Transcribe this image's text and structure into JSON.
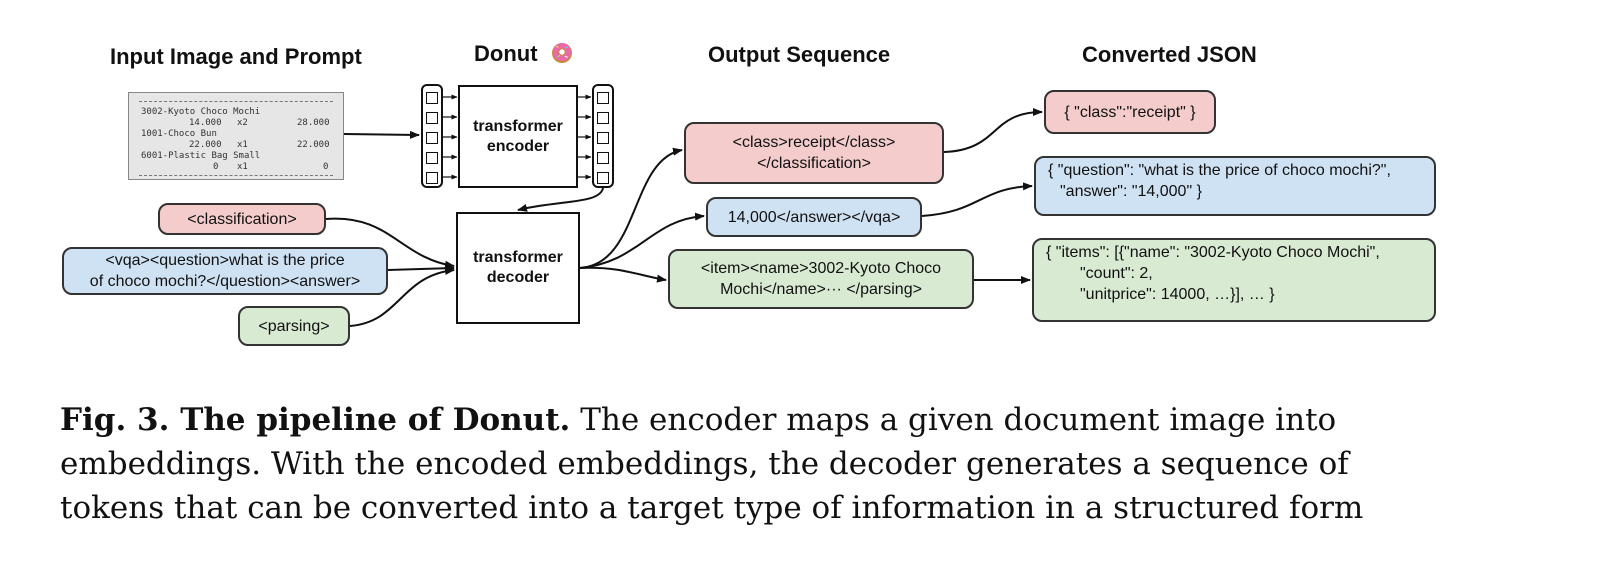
{
  "headings": {
    "input": "Input Image and Prompt",
    "donut": "Donut",
    "output": "Output Sequence",
    "json": "Converted JSON"
  },
  "receipt": {
    "line1": "3002-Kyoto Choco Mochi",
    "line2a": "14.000",
    "line2b": "x2",
    "line2c": "28.000",
    "line3": "1001-Choco Bun",
    "line4a": "22.000",
    "line4b": "x1",
    "line4c": "22.000",
    "line5": "6001-Plastic Bag Small",
    "line6a": "0",
    "line6b": "x1",
    "line6c": "0"
  },
  "prompts": {
    "classification": "<classification>",
    "vqa_line1": "<vqa><question>what is the price",
    "vqa_line2": "of choco mochi?</question><answer>",
    "parsing": "<parsing>"
  },
  "model": {
    "encoder_line1": "transformer",
    "encoder_line2": "encoder",
    "decoder_line1": "transformer",
    "decoder_line2": "decoder"
  },
  "outputs": {
    "class_line1": "<class>receipt</class>",
    "class_line2": "</classification>",
    "vqa": "14,000</answer></vqa>",
    "parse_line1": "<item><name>3002-Kyoto Choco",
    "parse_line2": "Mochi</name>··· </parsing>"
  },
  "json": {
    "class": "{ \"class\":\"receipt\" }",
    "vqa_line1": "{ \"question\": \"what is the price of choco mochi?\",",
    "vqa_line2": "\"answer\": \"14,000\" }",
    "parse_line1": "{ \"items\": [{\"name\": \"3002-Kyoto Choco Mochi\",",
    "parse_line2": "\"count\": 2,",
    "parse_line3": "\"unitprice\": 14000, …}], … }"
  },
  "caption": {
    "label": "Fig. 3. The pipeline of Donut.",
    "text": " The encoder maps a given document image into embeddings. With the encoded embeddings, the decoder generates a sequence of tokens that can be converted into a target type of information in a structured form"
  },
  "colors": {
    "pink": "#f4cccc",
    "blue": "#cfe2f3",
    "green": "#d9ead3"
  }
}
